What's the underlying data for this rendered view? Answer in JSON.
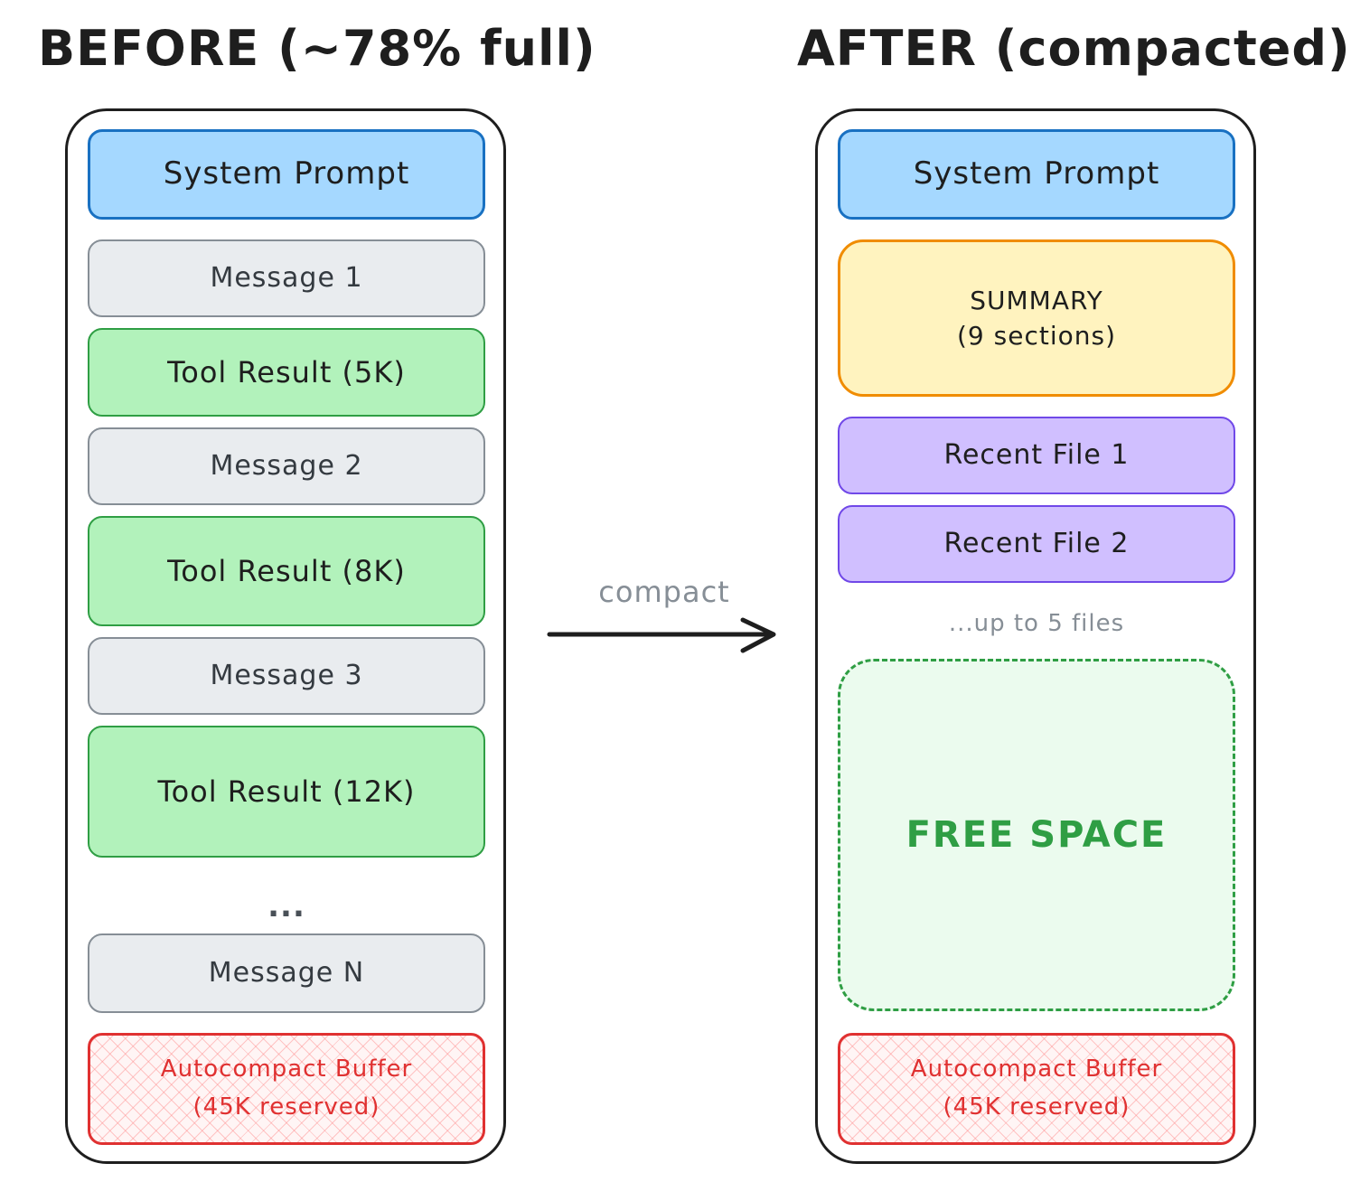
{
  "before": {
    "title": "BEFORE (~78% full)",
    "blocks": {
      "system_prompt": "System Prompt",
      "message_1": "Message 1",
      "tool_result_1": "Tool Result (5K)",
      "message_2": "Message 2",
      "tool_result_2": "Tool Result (8K)",
      "message_3": "Message 3",
      "tool_result_3": "Tool Result (12K)",
      "ellipsis": "...",
      "message_n": "Message N",
      "buffer_line1": "Autocompact Buffer",
      "buffer_line2": "(45K reserved)"
    }
  },
  "arrow": {
    "label": "compact"
  },
  "after": {
    "title": "AFTER (compacted)",
    "blocks": {
      "system_prompt": "System Prompt",
      "summary_line1": "SUMMARY",
      "summary_line2": "(9 sections)",
      "recent_file_1": "Recent File 1",
      "recent_file_2": "Recent File 2",
      "files_note": "...up to 5 files",
      "free_space": "FREE SPACE",
      "buffer_line1": "Autocompact Buffer",
      "buffer_line2": "(45K reserved)"
    }
  },
  "colors": {
    "system_fill": "#a5d8ff",
    "system_stroke": "#1971c2",
    "message_fill": "#e9ecef",
    "message_stroke": "#868e96",
    "tool_fill": "#b2f2bb",
    "tool_stroke": "#2f9e44",
    "summary_fill": "#fff3bf",
    "summary_stroke": "#f08c00",
    "recent_fill": "#d0bfff",
    "recent_stroke": "#7048e8",
    "free_fill": "#ebfbee",
    "free_stroke": "#2f9e44",
    "buffer_stroke": "#e03131"
  }
}
